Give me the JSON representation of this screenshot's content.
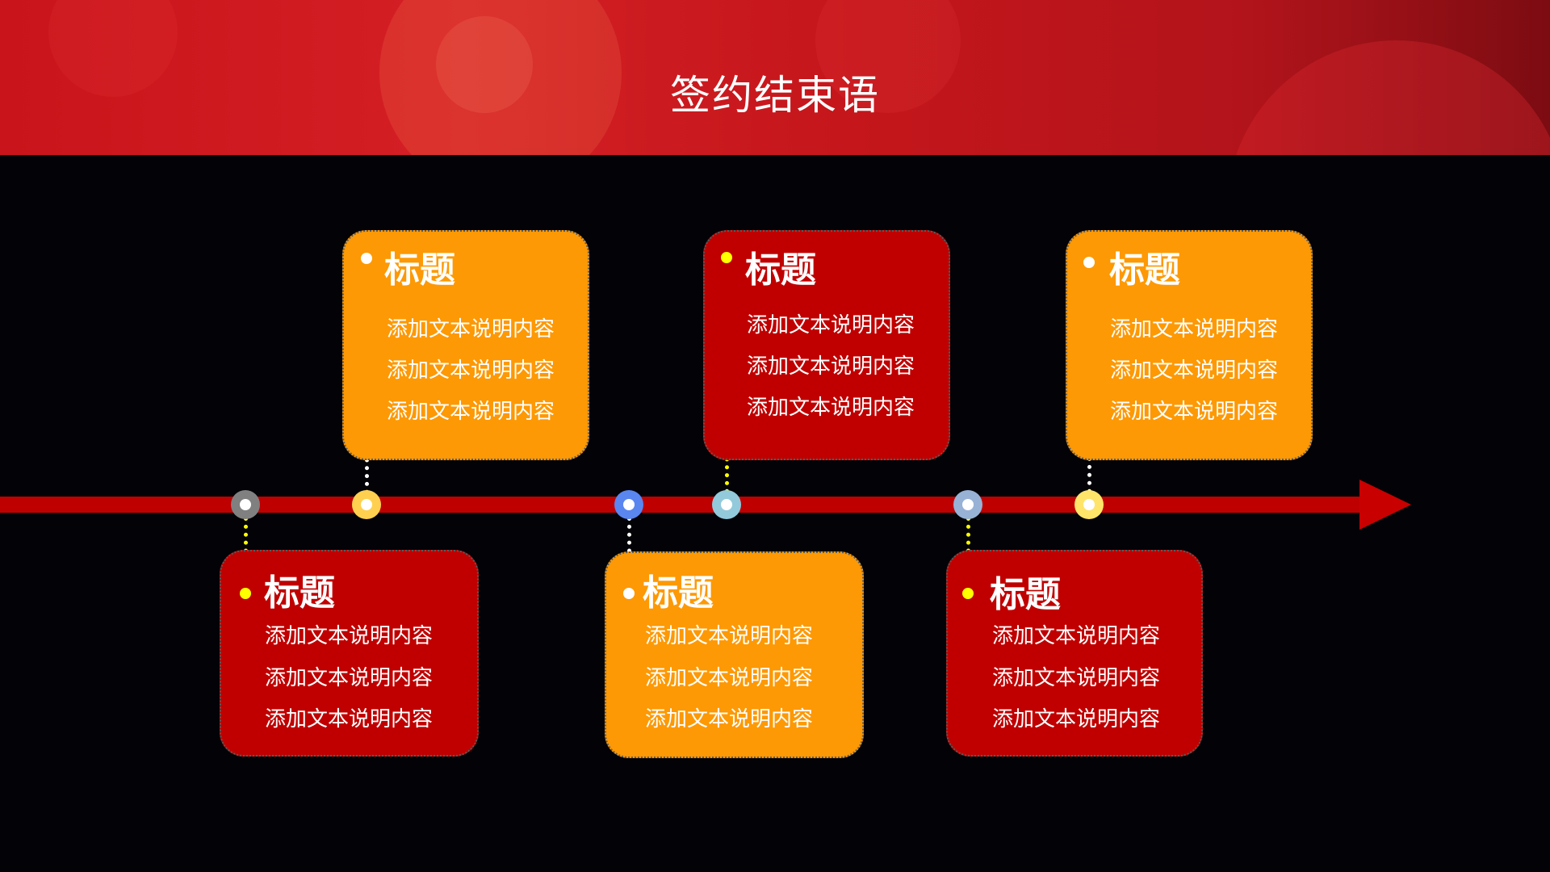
{
  "header": {
    "title": "签约结束语"
  },
  "colors": {
    "orange": "#fd9904",
    "red": "#c00000",
    "timeline": "#bf0000"
  },
  "nodes": [
    {
      "color": "#808080"
    },
    {
      "color": "#ffd04f"
    },
    {
      "color": "#5a86f0"
    },
    {
      "color": "#92cadb"
    },
    {
      "color": "#98b2d6"
    },
    {
      "color": "#ffe46a"
    }
  ],
  "cards": [
    {
      "title": "标题",
      "lines": [
        "添加文本说明内容",
        "添加文本说明内容",
        "添加文本说明内容"
      ]
    },
    {
      "title": "标题",
      "lines": [
        "添加文本说明内容",
        "添加文本说明内容",
        "添加文本说明内容"
      ]
    },
    {
      "title": "标题",
      "lines": [
        "添加文本说明内容",
        "添加文本说明内容",
        "添加文本说明内容"
      ]
    },
    {
      "title": "标题",
      "lines": [
        "添加文本说明内容",
        "添加文本说明内容",
        "添加文本说明内容"
      ]
    },
    {
      "title": "标题",
      "lines": [
        "添加文本说明内容",
        "添加文本说明内容",
        "添加文本说明内容"
      ]
    },
    {
      "title": "标题",
      "lines": [
        "添加文本说明内容",
        "添加文本说明内容",
        "添加文本说明内容"
      ]
    }
  ]
}
